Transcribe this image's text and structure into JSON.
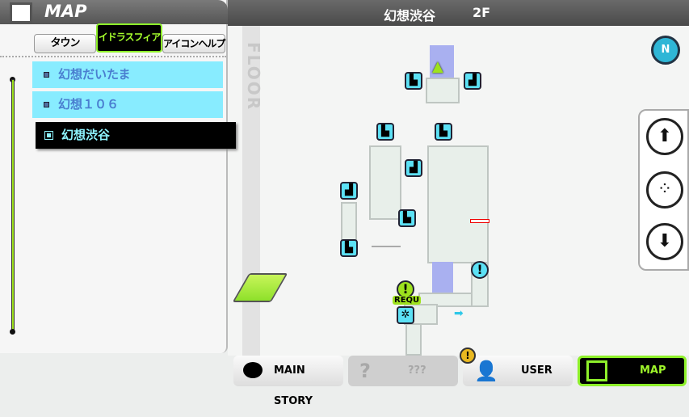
{
  "header": {
    "location": "幻想渋谷",
    "floor": "2F"
  },
  "panel": {
    "title": "MAP",
    "tabs": [
      {
        "label": "タウン"
      },
      {
        "label": "イドラスフィア",
        "active": true
      },
      {
        "label": "アイコンヘルプ"
      }
    ],
    "areas": [
      {
        "label": "幻想だいたま"
      },
      {
        "label": "幻想１０６"
      },
      {
        "label": "幻想渋谷",
        "active": true
      }
    ]
  },
  "map": {
    "floor_watermark": "FLOOR",
    "compass": "N",
    "request_label": "REQU"
  },
  "bottom": {
    "main_story": "MAIN STORY",
    "unknown": "???",
    "user": "USER",
    "map": "MAP"
  },
  "colors": {
    "accent": "#8ef02a",
    "list_bg": "#88ecff",
    "icon_bg": "#5ce1f5"
  }
}
